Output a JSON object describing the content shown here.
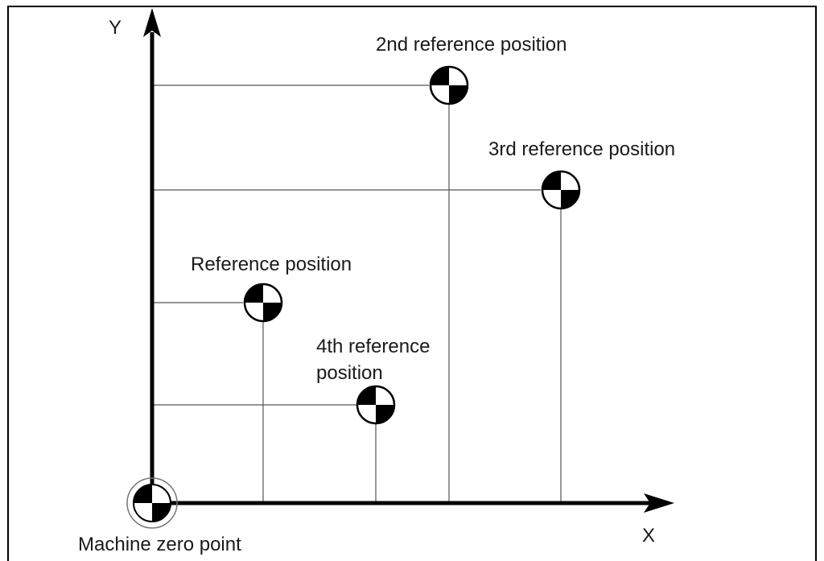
{
  "axes": {
    "y_label": "Y",
    "x_label": "X"
  },
  "origin": {
    "label": "Machine zero point"
  },
  "positions": [
    {
      "id": "reference",
      "lines": [
        "Reference position"
      ]
    },
    {
      "id": "second",
      "lines": [
        "2nd reference position"
      ]
    },
    {
      "id": "third",
      "lines": [
        "3rd reference position"
      ]
    },
    {
      "id": "fourth",
      "lines": [
        "4th reference",
        "position"
      ]
    }
  ],
  "colors": {
    "line": "#000000",
    "guide": "#555555",
    "frame": "#000000"
  }
}
